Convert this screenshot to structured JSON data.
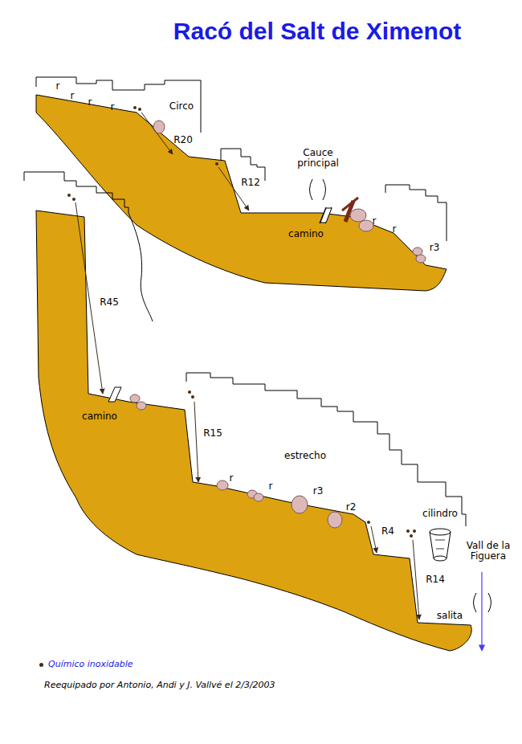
{
  "diagram": {
    "title": "Racó del Salt de Ximenot",
    "caption": "Reequipado por Antonio, Andi y J. Vallvé el 2/3/2003",
    "labels": [
      "r",
      "r",
      "r",
      "r",
      "Circo",
      "R20",
      "R12",
      "Cauce principal",
      "camino",
      "r",
      "r",
      "r3",
      "R45",
      "camino",
      "R15",
      "estrecho",
      "r",
      "r",
      "r3",
      "r2",
      "R4",
      "cilindro",
      "R14",
      "Vall de la Figuera",
      "salita"
    ],
    "legend": [
      {
        "text": "Químico inoxidable"
      }
    ]
  }
}
